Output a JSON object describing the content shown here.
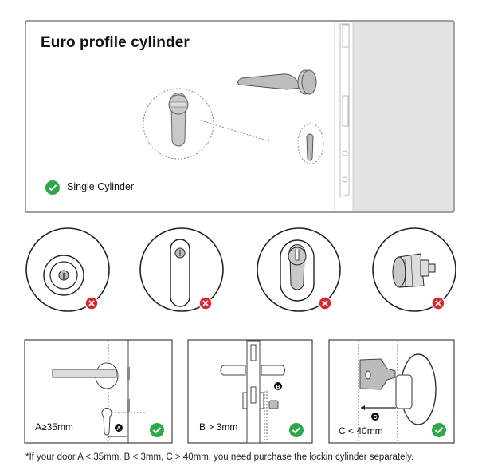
{
  "top_panel": {
    "title": "Euro profile cylinder",
    "compatible_label": "Single Cylinder",
    "compatible_icon": "check-circle-icon"
  },
  "incompatible_types": [
    {
      "name": "round-deadbolt",
      "icon": "x-circle-icon"
    },
    {
      "name": "oval-cylinder",
      "icon": "x-circle-icon"
    },
    {
      "name": "double-euro-cylinder",
      "icon": "x-circle-icon"
    },
    {
      "name": "thumb-turn-knob",
      "icon": "x-circle-icon"
    }
  ],
  "measurements": [
    {
      "marker": "A",
      "label": "A≥35mm"
    },
    {
      "marker": "B",
      "label": "B > 3mm"
    },
    {
      "marker": "C",
      "label": "C < 40mm"
    }
  ],
  "footnote": "*If your door A < 35mm, B < 3mm, C > 40mm, you need purchase the lockin cylinder separately.",
  "colors": {
    "ok": "#2aa84a",
    "bad": "#d8262e",
    "door": "#e3e3e3",
    "part": "#cfcfcf"
  }
}
